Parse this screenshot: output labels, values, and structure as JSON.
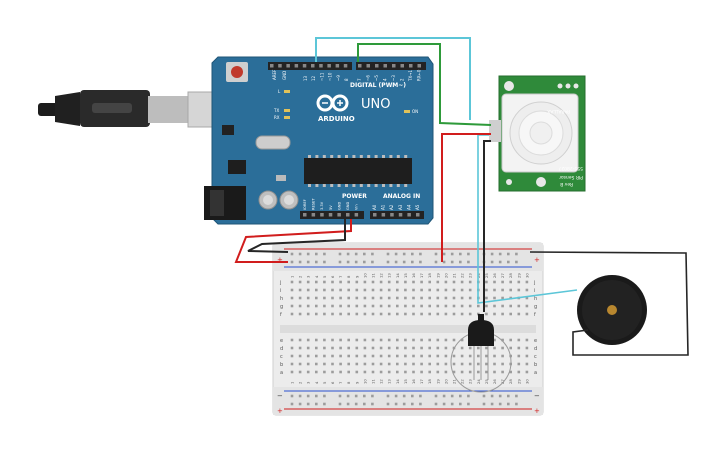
{
  "arduino": {
    "brand": "ARDUINO",
    "model": "UNO",
    "digital_label": "DIGITAL (PWM~)",
    "power_label": "POWER",
    "analog_label": "ANALOG IN",
    "on_label": "ON",
    "l_label": "L",
    "tx_label": "TX",
    "rx_label": "RX",
    "aref_label": "AREF",
    "gnd_label": "GND",
    "digital_pins": [
      "13",
      "12",
      "~11",
      "~10",
      "~9",
      "8",
      "7",
      "~6",
      "~5",
      "4",
      "~3",
      "2",
      "TX→1",
      "RX←0"
    ],
    "power_pins": [
      "IOREF",
      "RESET",
      "3.3V",
      "5V",
      "GND",
      "GND",
      "Vin"
    ],
    "analog_pins": [
      "A0",
      "A1",
      "A2",
      "A3",
      "A4",
      "A5"
    ],
    "colors": {
      "board": "#2b6e99",
      "header": "#232323",
      "chip": "#1e1e1e"
    }
  },
  "pir_sensor": {
    "label_top": "PARALLAX",
    "label_bottom": "PIR Sensor",
    "part_number": "555-28027",
    "rev": "Rev B",
    "color": "#2f8a3a"
  },
  "breadboard": {
    "row_letters_top": [
      "j",
      "i",
      "h",
      "g",
      "f"
    ],
    "row_letters_bottom": [
      "e",
      "d",
      "c",
      "b",
      "a"
    ],
    "column_numbers": [
      "1",
      "2",
      "3",
      "4",
      "5",
      "6",
      "7",
      "8",
      "9",
      "10",
      "11",
      "12",
      "13",
      "14",
      "15",
      "16",
      "17",
      "18",
      "19",
      "20",
      "21",
      "22",
      "23",
      "24",
      "25",
      "26",
      "27",
      "28",
      "29",
      "30"
    ],
    "plus": "+",
    "minus": "−"
  },
  "wires": {
    "red": "#d11d1d",
    "black": "#262626",
    "cyan": "#5cc6d8",
    "green": "#2e9a3a"
  },
  "buzzer": {
    "color": "#1a1a1a"
  }
}
